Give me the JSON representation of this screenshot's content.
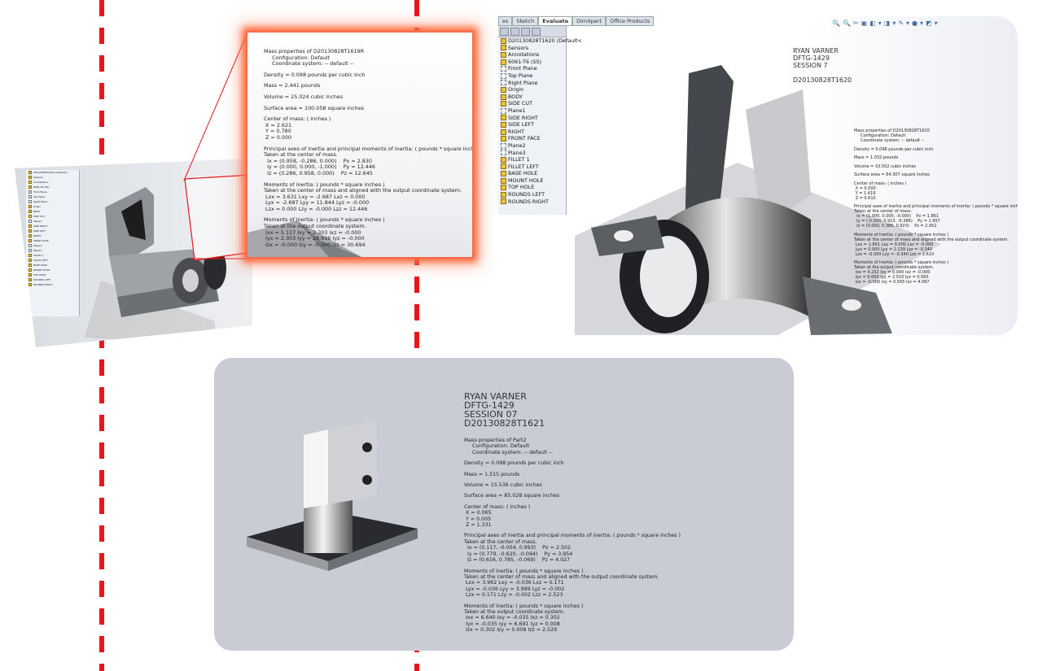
{
  "popup": {
    "paras": [
      [
        "Mass properties of D20130828T1619R",
        "     Configuration: Default",
        "     Coordinate system: -- default --"
      ],
      [
        "Density = 0.098 pounds per cubic inch"
      ],
      [
        "Mass = 2.441 pounds"
      ],
      [
        "Volume = 25.024 cubic inches"
      ],
      [
        "Surface area = 100.058 square inches"
      ],
      [
        "Center of mass: ( inches )",
        " X = 2.621",
        " Y = 0.780",
        " Z = 0.000"
      ],
      [
        "Principal axes of inertia and principal moments of inertia: ( pounds * square inches )",
        "Taken at the center of mass.",
        "  Ix = (0.958, -0.286, 0.000)    Px = 2.830",
        "  Iy = (0.000, 0.000, -1.000)    Py = 12.446",
        "  Iz = (0.286, 0.958, 0.000)    Pz = 12.645"
      ],
      [
        "Moments of inertia: ( pounds * square inches )",
        "Taken at the center of mass and aligned with the output coordinate system.",
        " Lxx = 3.631 Lxy = -2.687 Lxz = 0.000",
        " Lyx = -2.687 Lyy = 11.844 Lyz = -0.000",
        " Lzx = 0.000 Lzy = -0.000 Lzz = 12.446"
      ],
      [
        "Moments of inertia: ( pounds * square inches )",
        "Taken at the output coordinate system.",
        " Ixx = 5.117 Ixy = 2.303 Ixz = -0.000",
        " Iyx = 2.303 Iyy = 28.606 Iyz = -0.000",
        " Izx = -0.000 Izy = -0.000 Izz = 30.694"
      ]
    ]
  },
  "right": {
    "tabs": [
      "es",
      "Sketch",
      "Evaluate",
      "DimXpert",
      "Office Products"
    ],
    "active_tab": "Evaluate",
    "tree": [
      {
        "label": "D20130828T1620  (Default<",
        "icon": "part"
      },
      {
        "label": "Sensors",
        "icon": "feature"
      },
      {
        "label": "Annotations",
        "icon": "feature"
      },
      {
        "label": "6061-T6 (SS)",
        "icon": "feature"
      },
      {
        "label": "Front Plane",
        "icon": "plane"
      },
      {
        "label": "Top Plane",
        "icon": "plane"
      },
      {
        "label": "Right Plane",
        "icon": "plane"
      },
      {
        "label": "Origin",
        "icon": "feature"
      },
      {
        "label": "BODY",
        "icon": "feature"
      },
      {
        "label": "SIDE CUT",
        "icon": "feature"
      },
      {
        "label": "Plane1",
        "icon": "plane"
      },
      {
        "label": "SIDE RIGHT",
        "icon": "feature"
      },
      {
        "label": "SIDE LEFT",
        "icon": "feature"
      },
      {
        "label": "RIGHT",
        "icon": "feature"
      },
      {
        "label": "FRONT FACE",
        "icon": "feature"
      },
      {
        "label": "Plane2",
        "icon": "plane"
      },
      {
        "label": "Plane3",
        "icon": "plane"
      },
      {
        "label": "FILLET 1",
        "icon": "feature"
      },
      {
        "label": "FILLET LEFT",
        "icon": "feature"
      },
      {
        "label": "BASE HOLE",
        "icon": "feature"
      },
      {
        "label": "MOUNT HOLE",
        "icon": "feature"
      },
      {
        "label": "TOP HOLE",
        "icon": "feature"
      },
      {
        "label": "ROUNDS LEFT",
        "icon": "feature"
      },
      {
        "label": "ROUNDS RIGHT",
        "icon": "feature"
      }
    ],
    "header": [
      "RYAN VARNER",
      "DFTG-1429",
      "SESSION 7",
      "",
      "D20130828T1620"
    ],
    "paras": [
      [
        "Mass properties of D20130828T1620",
        "     Configuration: Default",
        "     Coordinate system: -- default --"
      ],
      [
        "Density = 0.098 pounds per cubic inch"
      ],
      [
        "Mass = 1.032 pounds"
      ],
      [
        "Volume = 10.502 cubic inches"
      ],
      [
        "Surface area = 64.307 square inches"
      ],
      [
        "Center of mass: ( inches )",
        " X = 0.000",
        " Y = 1.419",
        " Z = 0.610"
      ],
      [
        "Principal axes of inertia and principal moments of inertia: ( pounds * square inches )",
        "Taken at the center of mass.",
        "  Ix = (1.000, 0.000, -0.000)    Px = 1.861",
        "  Iy = (-0.000, 0.923, -0.386)    Py = 1.957",
        "  Iz = (0.000, 0.386, 0.923)    Pz = 2.952"
      ],
      [
        "Moments of inertia: ( pounds * square inches )",
        "Taken at the center of mass and aligned with the output coordinate system.",
        " Lxx = 1.861 Lxy = 0.000 Lxz = -0.000",
        " Lyx = 0.000 Lyy = 2.139 Lyz = -0.340",
        " Lzx = -0.000 Lzy = -0.340 Lzz = 2.610"
      ],
      [
        "Moments of inertia: ( pounds * square inches )",
        "Taken at the output coordinate system.",
        " Ixx = 4.232 Ixy = 0.000 Ixz = -0.000",
        " Iyx = 0.000 Iyy = 2.510 Iyz = 0.565",
        " Izx = -0.000 Izy = 0.565 Izz = 4.087"
      ]
    ]
  },
  "bottom": {
    "header": [
      "RYAN VARNER",
      "DFTG-1429",
      "SESSION 07",
      "D20130828T1621"
    ],
    "paras": [
      [
        "Mass properties of Part2",
        "     Configuration: Default",
        "     Coordinate system: -- default --"
      ],
      [
        "Density = 0.098 pounds per cubic inch"
      ],
      [
        "Mass = 1.515 pounds"
      ],
      [
        "Volume = 15.536 cubic inches"
      ],
      [
        "Surface area = 85.028 square inches"
      ],
      [
        "Center of mass: ( inches )",
        " X = 0.065",
        " Y = 0.005",
        " Z = 1.331"
      ],
      [
        "Principal axes of inertia and principal moments of inertia: ( pounds * square inches )",
        "Taken at the center of mass.",
        "  Ix = (0.117, -0.004, 0.993)    Px = 2.502",
        "  Iy = (0.779, -0.620, -0.094)    Py = 3.954",
        "  Iz = (0.616, 0.785, -0.069)    Pz = 4.027"
      ],
      [
        "Moments of inertia: ( pounds * square inches )",
        "Taken at the center of mass and aligned with the output coordinate system.",
        " Lxx = 3.962 Lxy = -0.036 Lxz = 0.171",
        " Lyx = -0.036 Lyy = 3.999 Lyz = -0.002",
        " Lzx = 0.171 Lzy = -0.002 Lzz = 2.523"
      ],
      [
        "Moments of inertia: ( pounds * square inches )",
        "Taken at the output coordinate system.",
        " Ixx = 6.640 Ixy = -0.035 Ixz = 0.302",
        " Iyx = -0.035 Iyy = 6.691 Iyz = 0.008",
        " Izx = 0.302 Izy = 0.008 Izz = 2.529"
      ]
    ]
  },
  "colors": {
    "accent_red": "#e8161b",
    "glow": "#ff6a3d",
    "panel_gray": "#c9ccd4"
  }
}
